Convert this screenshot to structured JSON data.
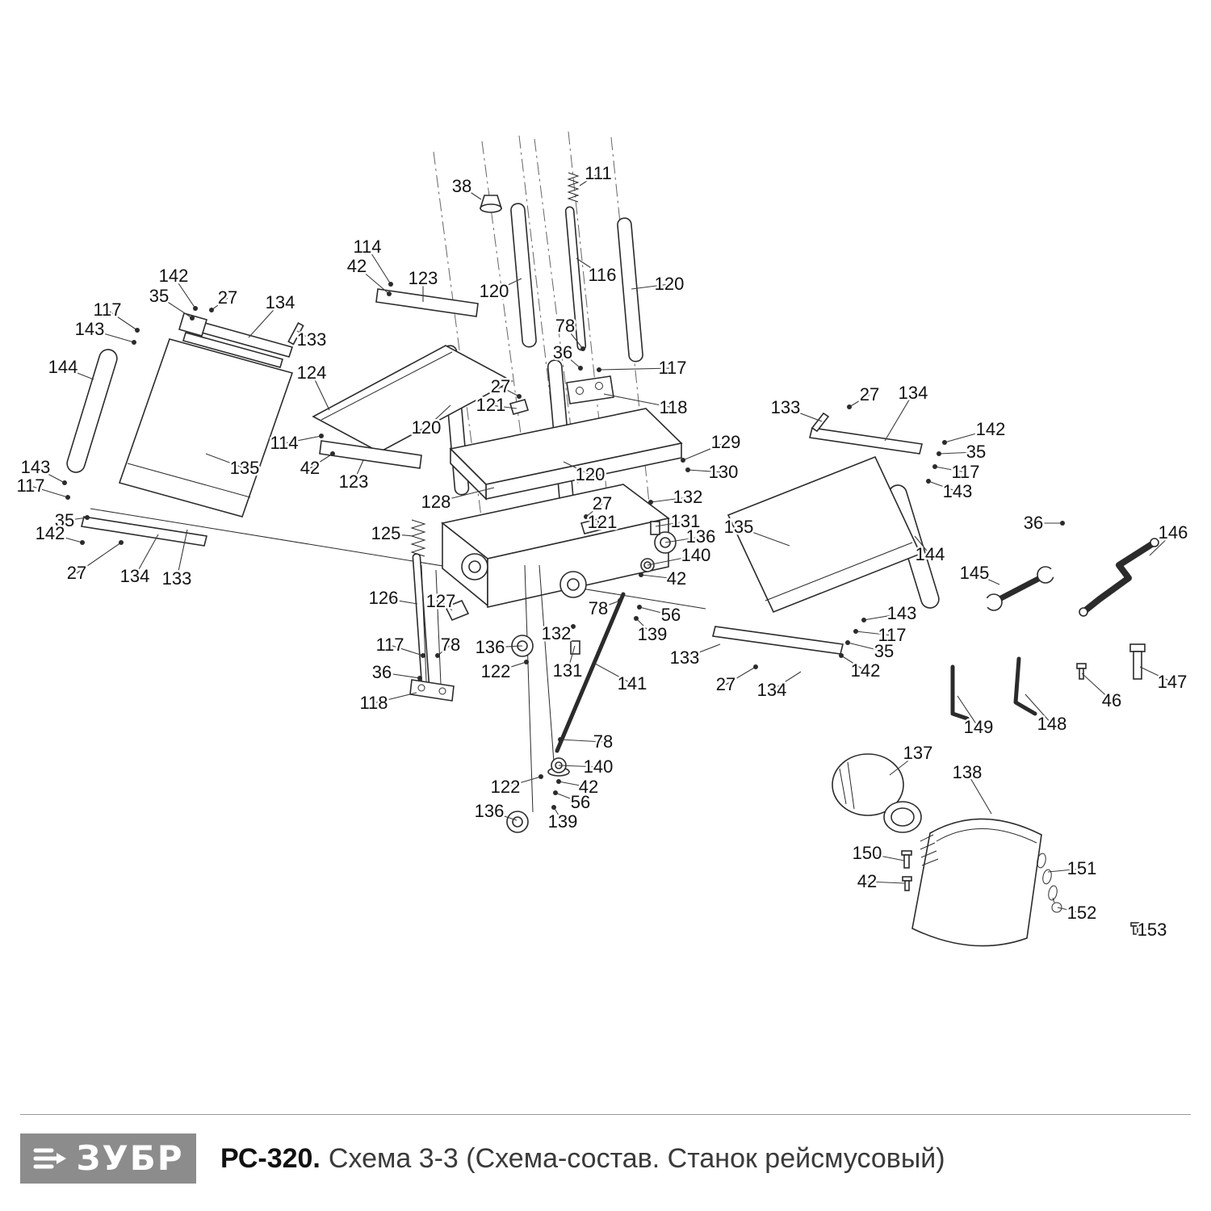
{
  "footer": {
    "brand": "ЗУБР",
    "model": "РС-320.",
    "title": "Схема 3-3 (Схема-состав. Станок рейсмусовый)"
  },
  "colors": {
    "diagram_line": "#2b2b2b",
    "logo_background": "#8c8c8c",
    "logo_text": "#ffffff"
  },
  "diagram": {
    "callouts": [
      [
        "38",
        572,
        231,
        596,
        247,
        0
      ],
      [
        "111",
        741,
        215,
        718,
        230,
        0
      ],
      [
        "114",
        455,
        306,
        484,
        352,
        1
      ],
      [
        "42",
        442,
        330,
        482,
        364,
        1
      ],
      [
        "123",
        524,
        345,
        524,
        374,
        0
      ],
      [
        "120",
        612,
        361,
        646,
        345,
        0
      ],
      [
        "116",
        746,
        341,
        714,
        320,
        0
      ],
      [
        "120",
        829,
        352,
        782,
        358,
        0
      ],
      [
        "142",
        215,
        342,
        242,
        382,
        1
      ],
      [
        "35",
        197,
        367,
        238,
        394,
        1
      ],
      [
        "27",
        282,
        369,
        262,
        384,
        1
      ],
      [
        "134",
        347,
        375,
        308,
        418,
        0
      ],
      [
        "117",
        133,
        384,
        170,
        409,
        1
      ],
      [
        "143",
        111,
        408,
        166,
        424,
        1
      ],
      [
        "133",
        386,
        421,
        368,
        410,
        0
      ],
      [
        "144",
        78,
        455,
        116,
        470,
        0
      ],
      [
        "124",
        386,
        462,
        408,
        508,
        0
      ],
      [
        "78",
        700,
        404,
        722,
        432,
        1
      ],
      [
        "36",
        697,
        437,
        719,
        456,
        1
      ],
      [
        "117",
        833,
        456,
        742,
        458,
        1
      ],
      [
        "27",
        620,
        479,
        643,
        491,
        1
      ],
      [
        "121",
        608,
        502,
        640,
        506,
        0
      ],
      [
        "118",
        834,
        505,
        748,
        488,
        0
      ],
      [
        "120",
        528,
        530,
        558,
        502,
        0
      ],
      [
        "114",
        352,
        549,
        398,
        540,
        1
      ],
      [
        "42",
        384,
        580,
        412,
        562,
        1
      ],
      [
        "123",
        438,
        597,
        450,
        570,
        0
      ],
      [
        "128",
        540,
        622,
        612,
        604,
        0
      ],
      [
        "125",
        478,
        661,
        512,
        664,
        0
      ],
      [
        "126",
        475,
        741,
        517,
        748,
        0
      ],
      [
        "127",
        546,
        745,
        560,
        756,
        0
      ],
      [
        "129",
        899,
        548,
        846,
        570,
        1
      ],
      [
        "130",
        896,
        585,
        852,
        582,
        1
      ],
      [
        "120",
        731,
        588,
        698,
        572,
        0
      ],
      [
        "132",
        852,
        616,
        806,
        622,
        1
      ],
      [
        "27",
        746,
        624,
        726,
        640,
        1
      ],
      [
        "121",
        746,
        647,
        728,
        655,
        0
      ],
      [
        "131",
        849,
        646,
        812,
        652,
        0
      ],
      [
        "136",
        868,
        665,
        824,
        672,
        0
      ],
      [
        "140",
        862,
        688,
        802,
        700,
        0
      ],
      [
        "42",
        838,
        717,
        794,
        712,
        1
      ],
      [
        "78",
        741,
        754,
        768,
        744,
        1
      ],
      [
        "56",
        831,
        762,
        792,
        752,
        1
      ],
      [
        "139",
        808,
        786,
        788,
        766,
        1
      ],
      [
        "132",
        689,
        785,
        710,
        776,
        1
      ],
      [
        "131",
        703,
        831,
        712,
        800,
        0
      ],
      [
        "122",
        614,
        832,
        652,
        820,
        1
      ],
      [
        "136",
        607,
        802,
        647,
        800,
        0
      ],
      [
        "78",
        558,
        799,
        542,
        812,
        1
      ],
      [
        "117",
        483,
        799,
        524,
        812,
        1
      ],
      [
        "36",
        473,
        833,
        520,
        840,
        1
      ],
      [
        "118",
        463,
        871,
        516,
        858,
        0
      ],
      [
        "141",
        783,
        847,
        737,
        822,
        0
      ],
      [
        "143",
        44,
        579,
        80,
        598,
        1
      ],
      [
        "117",
        38,
        602,
        84,
        616,
        1
      ],
      [
        "35",
        80,
        645,
        108,
        641,
        1
      ],
      [
        "142",
        62,
        661,
        102,
        672,
        1
      ],
      [
        "27",
        95,
        710,
        150,
        672,
        1
      ],
      [
        "134",
        167,
        714,
        196,
        662,
        0
      ],
      [
        "133",
        219,
        717,
        232,
        656,
        0
      ],
      [
        "135",
        303,
        580,
        255,
        562,
        0
      ],
      [
        "133",
        973,
        505,
        1018,
        522,
        0
      ],
      [
        "27",
        1077,
        489,
        1052,
        504,
        1
      ],
      [
        "134",
        1131,
        487,
        1096,
        546,
        0
      ],
      [
        "142",
        1227,
        532,
        1170,
        548,
        1
      ],
      [
        "35",
        1209,
        560,
        1163,
        562,
        1
      ],
      [
        "117",
        1196,
        585,
        1158,
        578,
        1
      ],
      [
        "143",
        1186,
        609,
        1150,
        596,
        1
      ],
      [
        "135",
        915,
        653,
        978,
        676,
        0
      ],
      [
        "144",
        1152,
        687,
        1133,
        664,
        0
      ],
      [
        "143",
        1117,
        760,
        1070,
        768,
        1
      ],
      [
        "117",
        1105,
        787,
        1060,
        782,
        1
      ],
      [
        "35",
        1095,
        807,
        1050,
        796,
        1
      ],
      [
        "142",
        1072,
        831,
        1042,
        812,
        1
      ],
      [
        "133",
        848,
        815,
        892,
        798,
        0
      ],
      [
        "27",
        899,
        848,
        936,
        826,
        1
      ],
      [
        "134",
        956,
        855,
        992,
        832,
        0
      ],
      [
        "36",
        1280,
        648,
        1316,
        648,
        1
      ],
      [
        "146",
        1453,
        660,
        1424,
        688,
        0
      ],
      [
        "145",
        1207,
        710,
        1238,
        724,
        0
      ],
      [
        "147",
        1452,
        845,
        1412,
        826,
        0
      ],
      [
        "46",
        1377,
        868,
        1340,
        834,
        0
      ],
      [
        "149",
        1212,
        901,
        1186,
        862,
        0
      ],
      [
        "148",
        1303,
        897,
        1270,
        860,
        0
      ],
      [
        "78",
        747,
        919,
        694,
        916,
        1
      ],
      [
        "140",
        741,
        950,
        692,
        948,
        0
      ],
      [
        "122",
        626,
        975,
        670,
        962,
        1
      ],
      [
        "42",
        729,
        975,
        692,
        968,
        1
      ],
      [
        "56",
        719,
        994,
        688,
        982,
        1
      ],
      [
        "136",
        606,
        1005,
        640,
        1016,
        0
      ],
      [
        "139",
        697,
        1018,
        686,
        1000,
        1
      ],
      [
        "137",
        1137,
        933,
        1102,
        960,
        0
      ],
      [
        "138",
        1198,
        957,
        1228,
        1008,
        0
      ],
      [
        "150",
        1074,
        1057,
        1120,
        1066,
        0
      ],
      [
        "42",
        1074,
        1092,
        1120,
        1094,
        0
      ],
      [
        "151",
        1340,
        1076,
        1298,
        1080,
        0
      ],
      [
        "152",
        1340,
        1131,
        1310,
        1124,
        0
      ],
      [
        "153",
        1427,
        1152,
        1408,
        1150,
        0
      ]
    ]
  }
}
